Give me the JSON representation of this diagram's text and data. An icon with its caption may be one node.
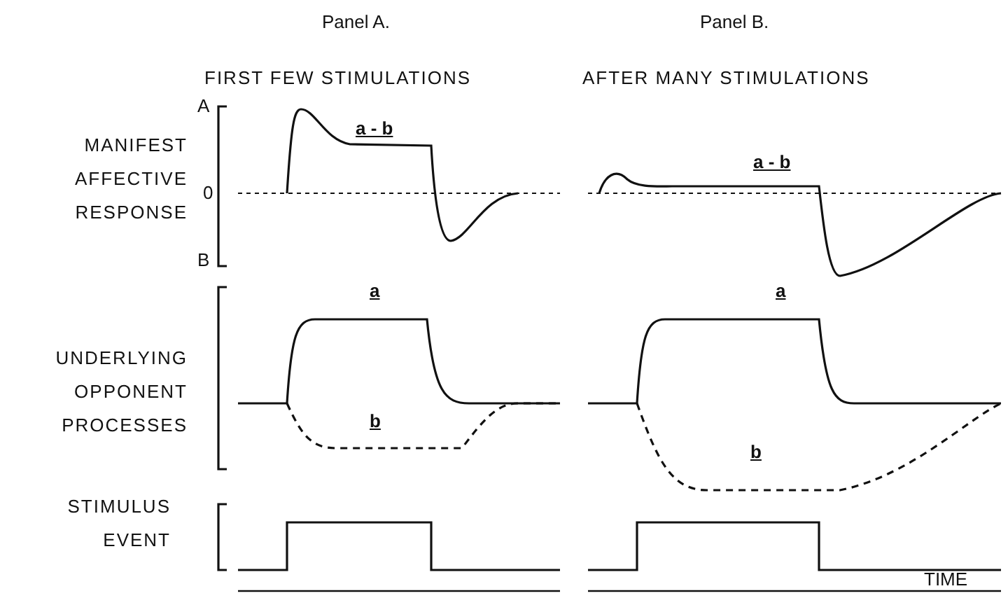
{
  "diagram": {
    "labels": [
      "Panel A.",
      "Panel B.",
      "FIRST FEW STIMULATIONS",
      "AFTER MANY STIMULATIONS",
      "A",
      "a - b",
      "a - b",
      "MANIFEST AFFECTIVE RESPONSE",
      "0",
      "B",
      "a",
      "a",
      "UNDERLYING OPPONENT PROCESSES",
      "b",
      "b",
      "STIMULUS EVENT",
      "TIME"
    ]
  }
}
